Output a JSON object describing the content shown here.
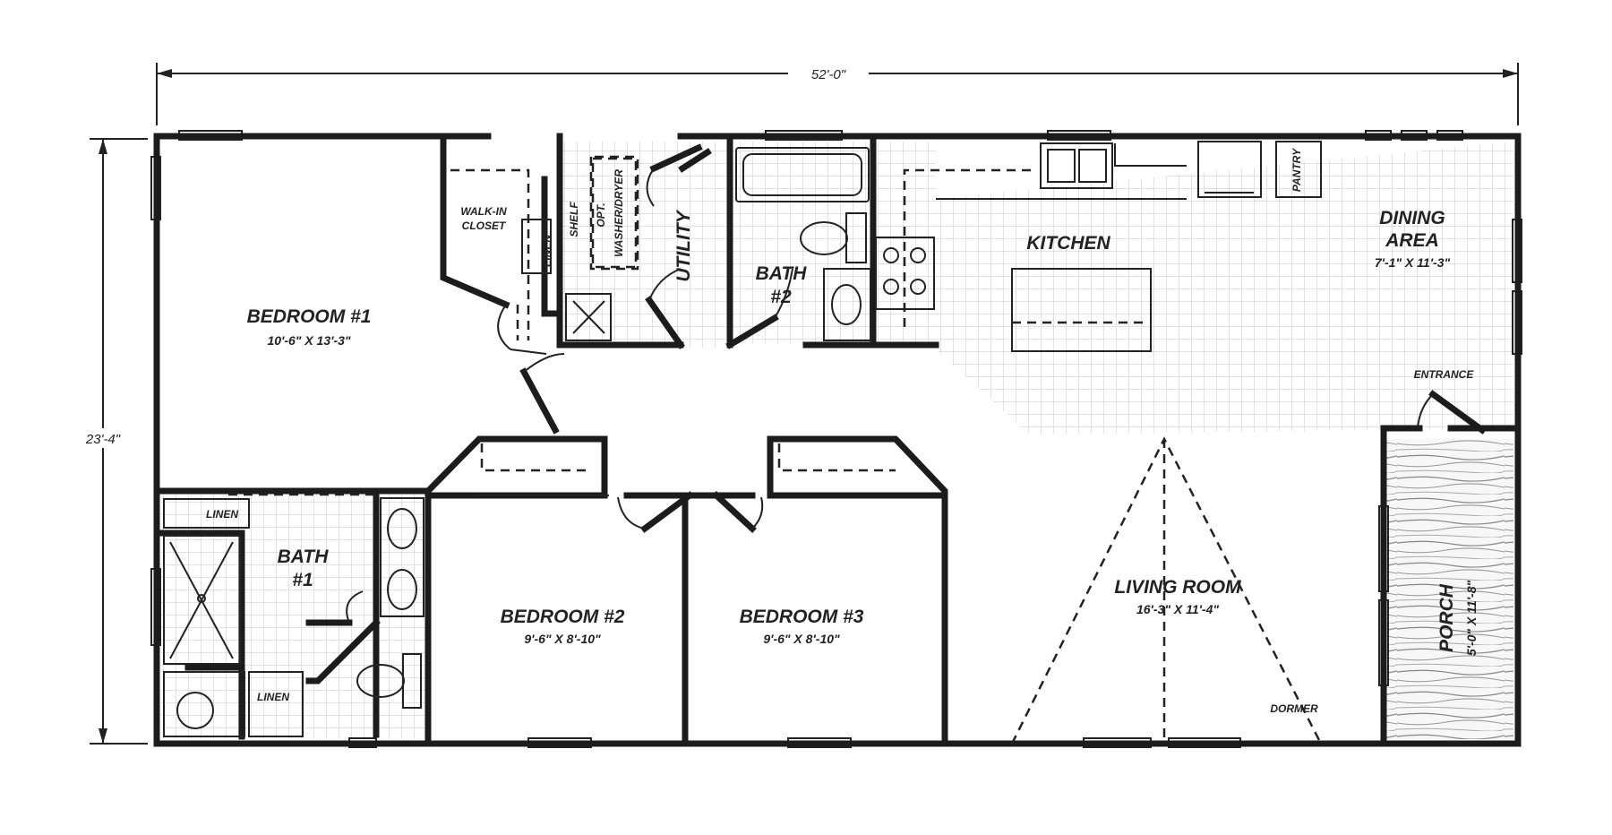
{
  "overall": {
    "width": "52'-0\"",
    "depth": "23'-4\""
  },
  "rooms": {
    "bedroom1": {
      "name": "BEDROOM #1",
      "size": "10'-6\" X 13'-3\""
    },
    "bedroom2": {
      "name": "BEDROOM #2",
      "size": "9'-6\" X 8'-10\""
    },
    "bedroom3": {
      "name": "BEDROOM #3",
      "size": "9'-6\" X 8'-10\""
    },
    "bath1": {
      "name1": "BATH",
      "name2": "#1"
    },
    "bath2": {
      "name1": "BATH",
      "name2": "#2"
    },
    "kitchen": {
      "name": "KITCHEN"
    },
    "dining": {
      "name1": "DINING",
      "name2": "AREA",
      "size": "7'-1\" X 11'-3\""
    },
    "living": {
      "name": "LIVING ROOM",
      "size": "16'-3\" X 11'-4\""
    },
    "porch": {
      "name": "PORCH",
      "size": "5'-0\" X 11'-8\""
    },
    "utility": {
      "name": "UTILITY"
    }
  },
  "labels": {
    "walkin1": "WALK-IN",
    "walkin2": "CLOSET",
    "linen": "LINEN",
    "shelf": "SHELF",
    "opt": "OPT.",
    "washer": "WASHER/DRYER",
    "pantry": "PANTRY",
    "entrance": "ENTRANCE",
    "dormer": "DORMER"
  },
  "colors": {
    "wall": "#1c1c1c",
    "tile_grid": "#cfcfcf",
    "background": "#ffffff"
  }
}
